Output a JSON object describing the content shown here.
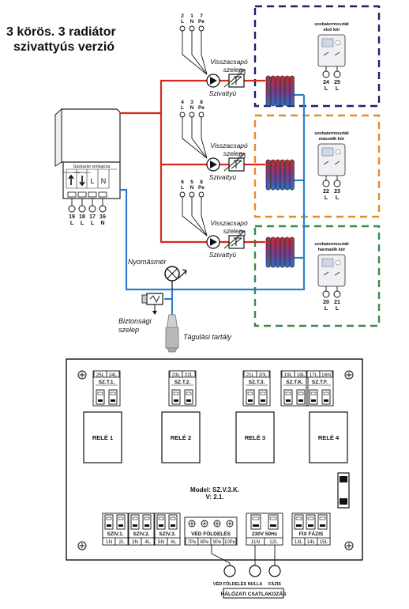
{
  "title": {
    "line1": "3 körös. 3 radiátor",
    "line2": "szivattyús verzió"
  },
  "boiler": {
    "panel_title": "Gázkazán sorkapcsa",
    "col1": "Szobatermosztát",
    "col2": "F-Vészkapcsoló",
    "col3": "L",
    "col4": "N",
    "terminals": [
      {
        "num": "19",
        "pole": "L"
      },
      {
        "num": "18",
        "pole": "L"
      },
      {
        "num": "17",
        "pole": "L"
      },
      {
        "num": "16",
        "pole": "N"
      }
    ]
  },
  "circuits": [
    {
      "pump_label": "Szivattyú",
      "valve_label_1": "Visszacsapó",
      "valve_label_2": "szelep",
      "wire_nums": [
        "2",
        "1",
        "7"
      ],
      "wire_poles": [
        "L",
        "N",
        "Pe"
      ],
      "thermostat_1": "szobatermosztát",
      "thermostat_2": "első  kör",
      "term_nums": [
        "24",
        "25"
      ],
      "term_poles": [
        "L",
        "L"
      ],
      "color": "#1e1e6e"
    },
    {
      "pump_label": "Szivattyú",
      "valve_label_1": "Visszacsapó",
      "valve_label_2": "szelep",
      "wire_nums": [
        "4",
        "3",
        "8"
      ],
      "wire_poles": [
        "L",
        "N",
        "Pe"
      ],
      "thermostat_1": "szobatermosztát",
      "thermostat_2": "második kör",
      "term_nums": [
        "22",
        "23"
      ],
      "term_poles": [
        "L",
        "L"
      ],
      "color": "#e88a2a"
    },
    {
      "pump_label": "Szivattyú",
      "valve_label_1": "Visszacsapó",
      "valve_label_2": "szelep",
      "wire_nums": [
        "6",
        "5",
        "8"
      ],
      "wire_poles": [
        "L",
        "N",
        "Pe"
      ],
      "thermostat_1": "szobatermosztát",
      "thermostat_2": "harmadik kör",
      "term_nums": [
        "20",
        "21"
      ],
      "term_poles": [
        "L",
        "L"
      ],
      "color": "#3a8a4a"
    }
  ],
  "pressure_gauge": "Nyomásmér",
  "safety_valve": {
    "line1": "Biztonsági",
    "line2": "szelep"
  },
  "expansion_tank": "Tágulási tartály",
  "board": {
    "top_groups": [
      {
        "terms": [
          "25L",
          "24L"
        ],
        "label": "SZ.T.1."
      },
      {
        "terms": [
          "23L",
          "22L"
        ],
        "label": "SZ.T.2."
      },
      {
        "terms": [
          "21L",
          "20L"
        ],
        "label": "SZ.T.3."
      },
      {
        "terms": [
          "19L",
          "18L"
        ],
        "label": "SZ.T.K."
      },
      {
        "terms": [
          "17L",
          "16N"
        ],
        "label": "SZ.T.F."
      }
    ],
    "relays": [
      "RELÉ 1",
      "RELÉ 2",
      "RELÉ 3",
      "RELÉ 4"
    ],
    "model_line1": "Model: SZ.V.3.K.",
    "model_line2": "V: 2.1.",
    "bottom_groups": [
      {
        "label": "SZIV.1.",
        "terms": [
          "1N",
          "2L"
        ]
      },
      {
        "label": "SZIV.2.",
        "terms": [
          "3N",
          "4L"
        ]
      },
      {
        "label": "SZIV.3.",
        "terms": [
          "5N",
          "6L"
        ]
      }
    ],
    "earth_group": {
      "label": "VÉD  FÖLDELÉS",
      "terms": [
        "7Pe",
        "8Pe",
        "9Pe",
        "10Pe"
      ]
    },
    "mains_group": {
      "label": "230V 50Hz",
      "terms": [
        "11N",
        "12L"
      ]
    },
    "fix_group": {
      "label": "FIX FÁZIS",
      "terms": [
        "13L",
        "14L",
        "15L"
      ]
    },
    "conn_labels": [
      "VÉD FÖLDELÉS",
      "NULLA",
      "FÁZIS"
    ],
    "mains_title": "HÁLÓZATI CSATLAKOZÁS"
  },
  "colors": {
    "supply": "#d42a1e",
    "return": "#2a7fd4",
    "wire": "#222222"
  }
}
